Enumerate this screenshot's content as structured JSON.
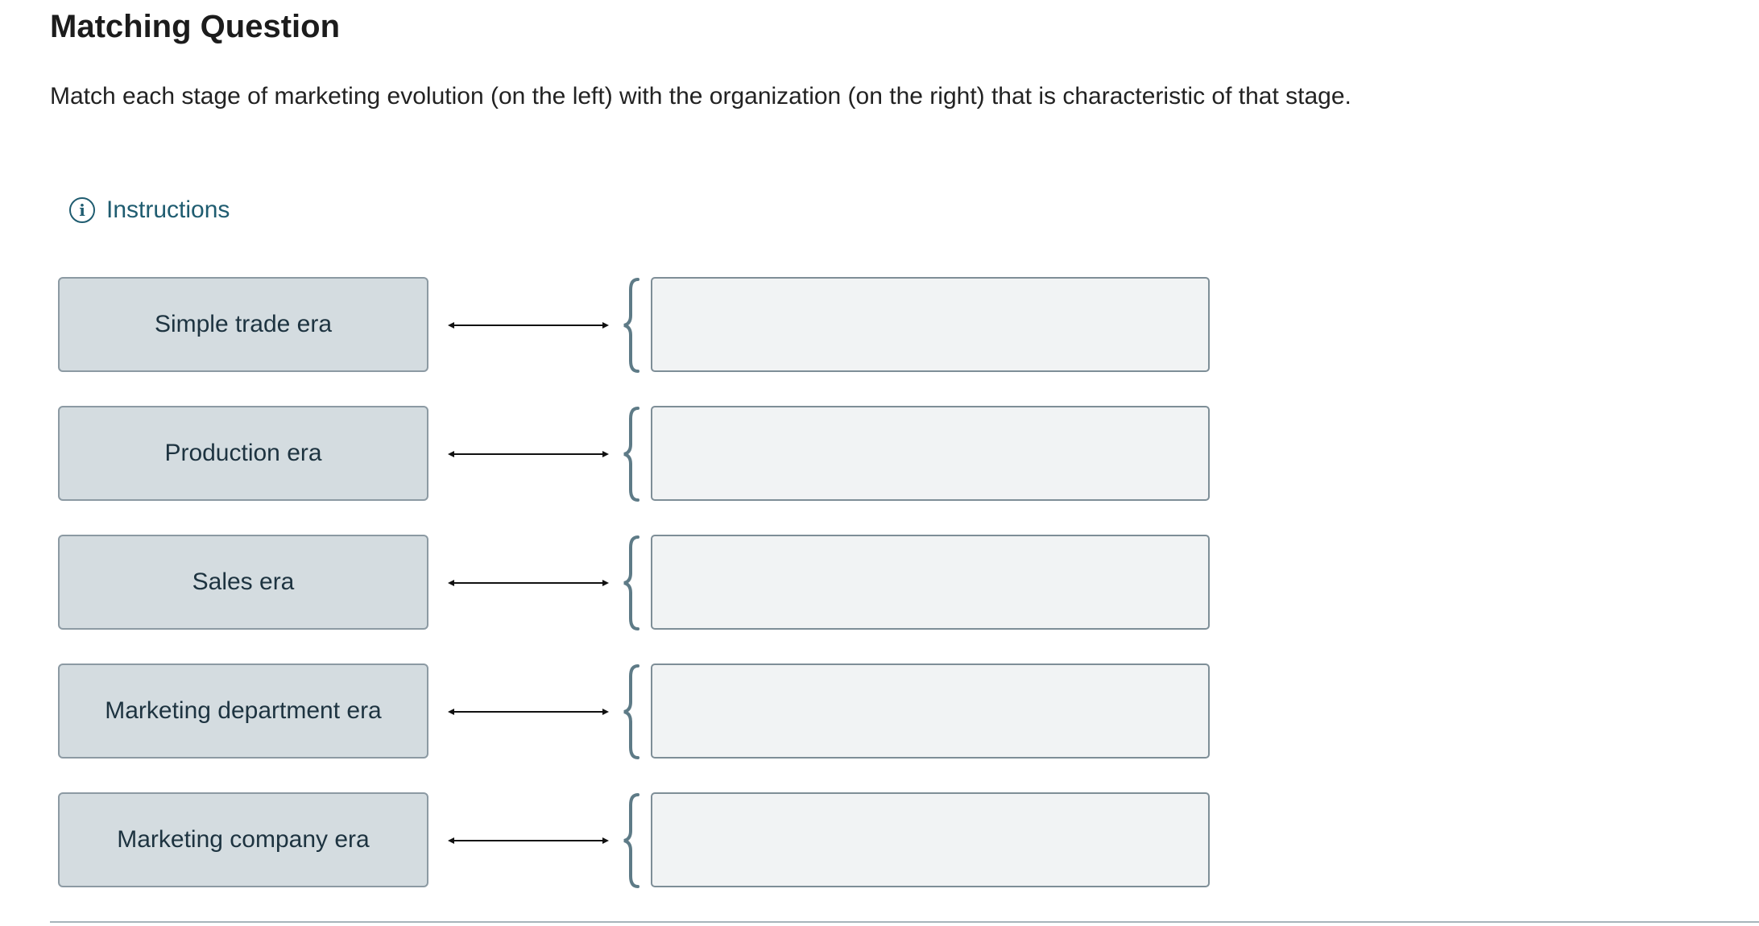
{
  "title": "Matching Question",
  "prompt": "Match each stage of marketing evolution (on the left) with the organization (on the right) that is characteristic of that stage.",
  "instructions_label": "Instructions",
  "pairs": [
    {
      "label": "Simple trade era",
      "match": ""
    },
    {
      "label": "Production era",
      "match": ""
    },
    {
      "label": "Sales era",
      "match": ""
    },
    {
      "label": "Marketing department era",
      "match": ""
    },
    {
      "label": "Marketing company era",
      "match": ""
    }
  ],
  "colors": {
    "accent": "#1f5c70",
    "left_box_bg": "#d4dce0",
    "drop_box_bg": "#f1f3f4"
  }
}
